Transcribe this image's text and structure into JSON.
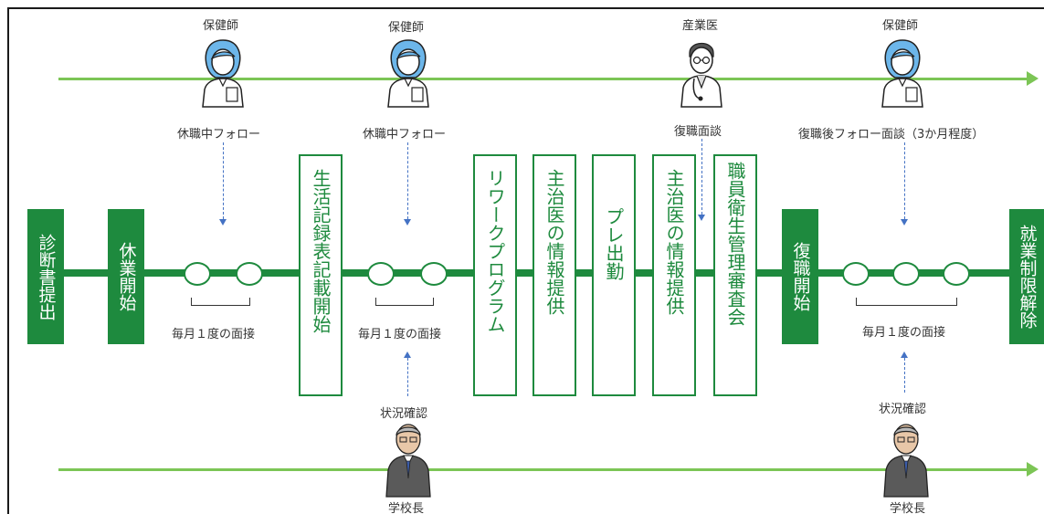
{
  "colors": {
    "primary_green": "#1e8a3e",
    "light_green": "#7cc555",
    "text_green": "#1e8a3e",
    "dashed_blue": "#4472c4",
    "nurse_blue": "#6cb6ea"
  },
  "top_roles": {
    "nurse_1": "保健師",
    "nurse_2": "保健師",
    "doctor": "産業医",
    "nurse_3": "保健師"
  },
  "top_labels": {
    "follow_1": "休職中フォロー",
    "follow_2": "休職中フォロー",
    "return_interview": "復職面談",
    "post_return_follow": "復職後フォロー面談（3か月程度）"
  },
  "solid_steps": {
    "diagnosis": "診断書提出",
    "leave_start": "休業開始",
    "return_start": "復職開始",
    "restriction_lift": "就業制限解除"
  },
  "outline_steps": {
    "life_record": "生活記録表記載開始",
    "rework": "リワークプログラム",
    "doctor_info_1": "主治医の情報提供",
    "pre_work": "プレ出勤",
    "doctor_info_2": "主治医の情報提供",
    "committee": "職員衛生管理審査会"
  },
  "interviews": {
    "monthly_1": "毎月１度の面接",
    "monthly_2": "毎月１度の面接",
    "monthly_3": "毎月１度の面接"
  },
  "bottom_labels": {
    "status_check_1": "状況確認",
    "status_check_2": "状況確認",
    "principal_1": "学校長",
    "principal_2": "学校長"
  }
}
